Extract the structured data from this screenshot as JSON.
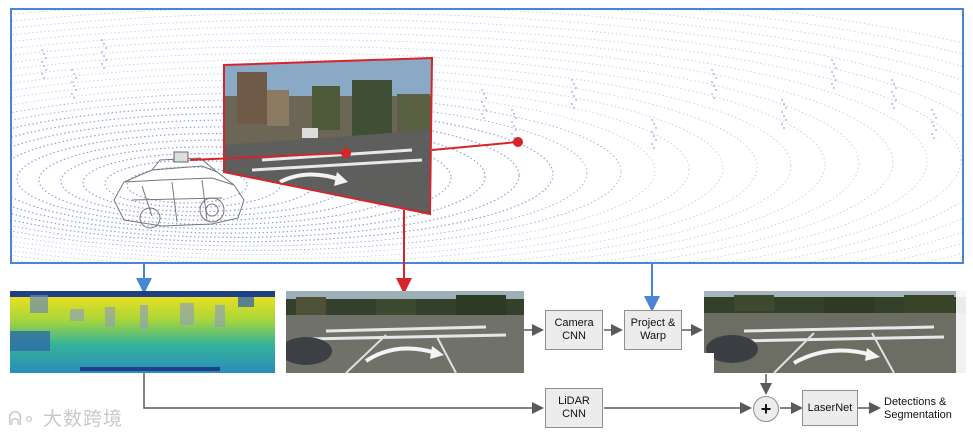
{
  "boxes": {
    "camera_cnn": [
      "Camera",
      "CNN"
    ],
    "project_warp": [
      "Project &",
      "Warp"
    ],
    "lidar_cnn": [
      "LiDAR",
      "CNN"
    ],
    "lasernet": "LaserNet",
    "sum_symbol": "+"
  },
  "output": [
    "Detections &",
    "Segmentation"
  ],
  "watermark": "大数跨境",
  "colors": {
    "frame_blue": "#4a84d4",
    "projection_red": "#d8232a",
    "arrow_gray": "#5a5a5a",
    "box_fill": "#ececec",
    "box_border": "#8f8f8f",
    "lidar_points": "#6f7fcf"
  }
}
